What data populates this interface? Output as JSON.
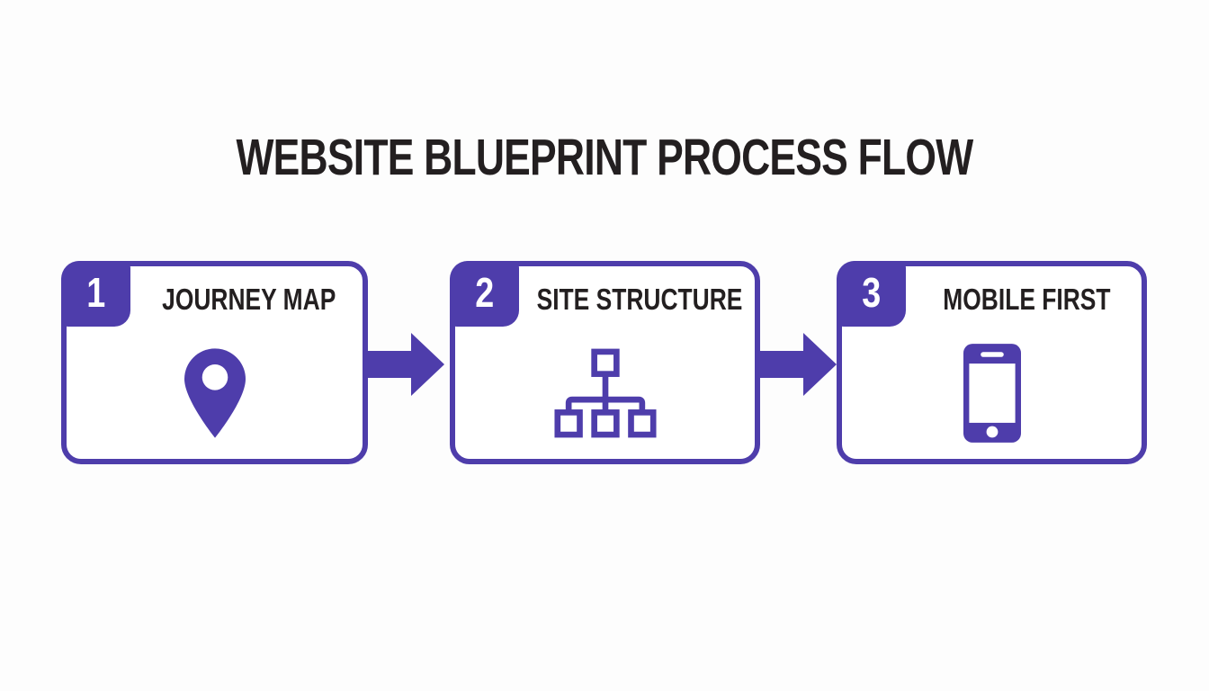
{
  "title": "WEBSITE BLUEPRINT PROCESS FLOW",
  "colors": {
    "accent_purple": "#4e3dab",
    "text_dark": "#231f20",
    "card_background": "#ffffff",
    "page_background": "#fdfdfd",
    "badge_number_color": "#ffffff"
  },
  "steps": [
    {
      "number": "1",
      "label": "JOURNEY MAP",
      "icon": "location-pin-icon"
    },
    {
      "number": "2",
      "label": "SITE STRUCTURE",
      "icon": "sitemap-icon"
    },
    {
      "number": "3",
      "label": "MOBILE FIRST",
      "icon": "smartphone-icon"
    }
  ],
  "connectors": [
    {
      "icon": "arrow-right-icon",
      "from": "JOURNEY MAP",
      "to": "SITE STRUCTURE"
    },
    {
      "icon": "arrow-right-icon",
      "from": "SITE STRUCTURE",
      "to": "MOBILE FIRST"
    }
  ]
}
